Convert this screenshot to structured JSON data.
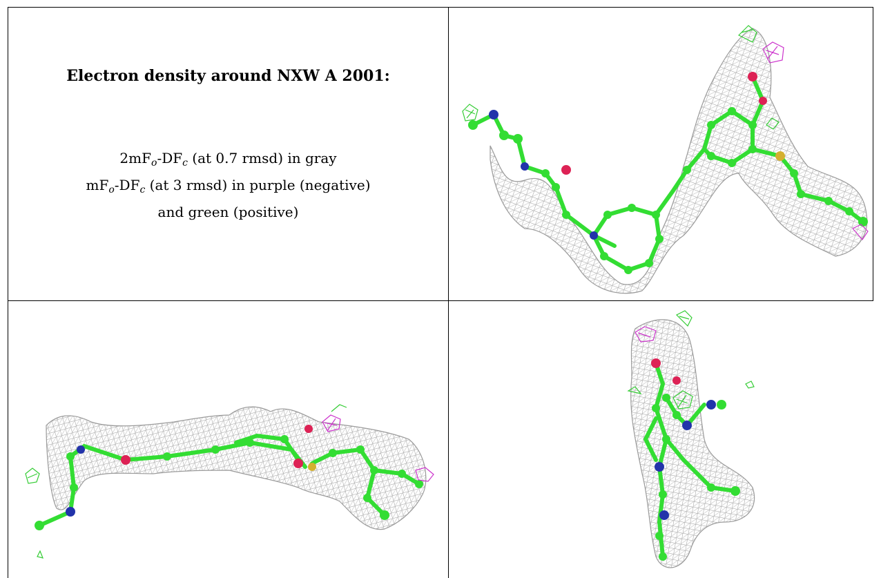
{
  "caption": {
    "title": "Electron density around NXW A 2001:",
    "line1": {
      "pre": "2mF",
      "sub1": "o",
      "mid": "-DF",
      "sub2": "c",
      "post": " (at 0.7 rmsd) in gray"
    },
    "line2": {
      "pre": "mF",
      "sub1": "o",
      "mid": "-DF",
      "sub2": "c",
      "post": " (at 3 rmsd) in purple (negative)"
    },
    "line3": "and green (positive)"
  },
  "colors": {
    "mesh": "#9a9a9a",
    "carbon": "#33dd33",
    "nitrogen": "#2233aa",
    "oxygen": "#dd2255",
    "sulfur": "#d4b030",
    "negative_map": "#cc33cc",
    "positive_map": "#33cc33"
  },
  "panels": [
    {
      "view": "top-right",
      "icon": "ligand-density-view-1"
    },
    {
      "view": "bottom-left",
      "icon": "ligand-density-view-2"
    },
    {
      "view": "bottom-right",
      "icon": "ligand-density-view-3"
    }
  ]
}
